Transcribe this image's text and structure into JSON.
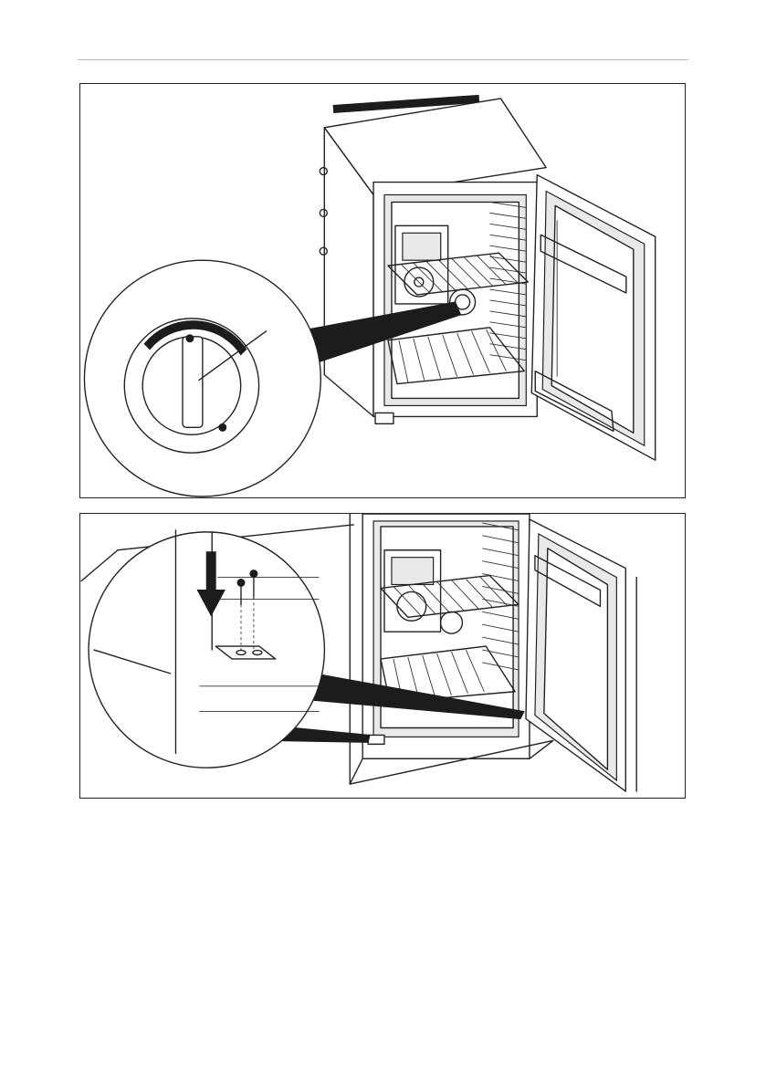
{
  "page": {
    "figures": [
      {
        "id": "fig-1",
        "content": "thermostat-knob-detail"
      },
      {
        "id": "fig-2",
        "content": "door-hinge-screws-detail"
      }
    ]
  }
}
